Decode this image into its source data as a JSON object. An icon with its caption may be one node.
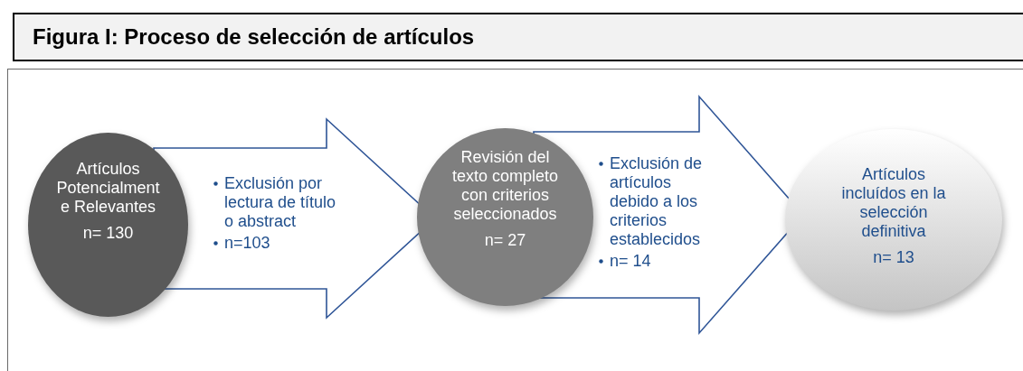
{
  "diagram": {
    "title": "Figura I: Proceso de selección de artículos",
    "nodes": [
      {
        "text": [
          "Artículos Potencialmente Relevantes",
          "n= 130"
        ]
      },
      {
        "text": [
          "Revisión del texto completo con criterios seleccionados",
          "n= 27"
        ]
      },
      {
        "text": [
          "Artículos incluídos en la selección definitiva",
          "n= 13"
        ]
      }
    ],
    "edges": [
      {
        "from": 0,
        "to": 1,
        "arrow": "to",
        "label": "Exclusión por lectura de título o abstract"
      },
      {
        "from": 1,
        "to": 2,
        "arrow": "to",
        "label": "Exclusión de artículos debido a los criterios establecidos"
      }
    ],
    "labels": [
      "n=103",
      "n= 14"
    ]
  }
}
